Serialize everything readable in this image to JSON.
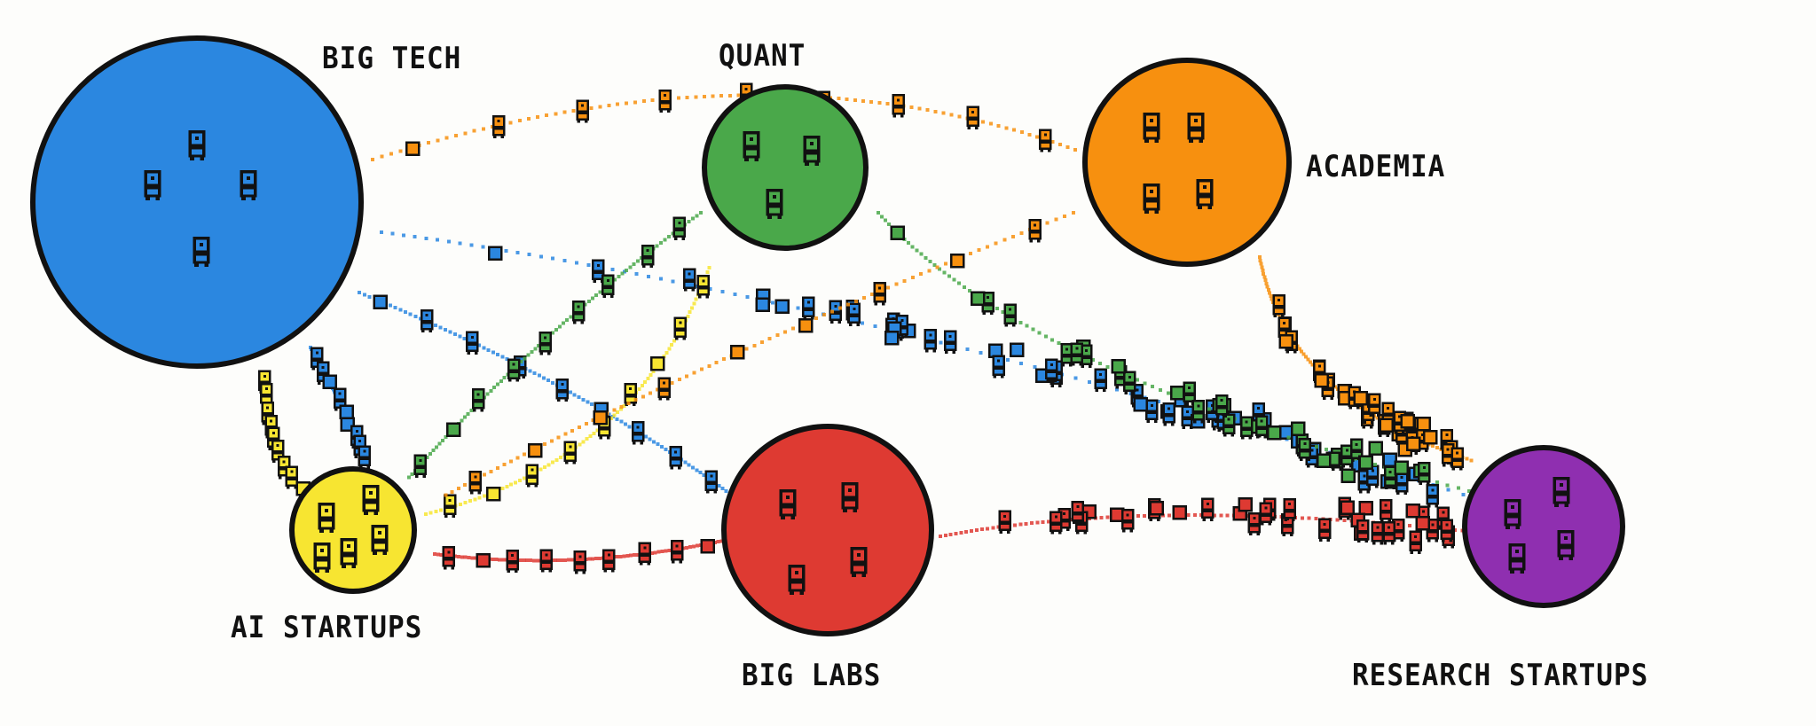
{
  "groups": [
    {
      "id": "big_tech",
      "label": "BIG TECH",
      "color": "#2b87e0",
      "members": 4
    },
    {
      "id": "quant",
      "label": "QUANT",
      "color": "#4aa84a",
      "members": 3
    },
    {
      "id": "academia",
      "label": "ACADEMIA",
      "color": "#f7900f",
      "members": 4
    },
    {
      "id": "ai_startups",
      "label": "AI STARTUPS",
      "color": "#f7e531",
      "members": 5
    },
    {
      "id": "big_labs",
      "label": "BIG LABS",
      "color": "#de3a32",
      "members": 4
    },
    {
      "id": "research_startups",
      "label": "RESEARCH STARTUPS",
      "color": "#8f2fb0",
      "members": 4
    }
  ],
  "flows": [
    {
      "from": "big_tech",
      "to": "academia",
      "color": "#f7900f"
    },
    {
      "from": "big_tech",
      "to": "research_startups",
      "color": "#2b87e0"
    },
    {
      "from": "big_tech",
      "to": "big_labs",
      "color": "#2b87e0"
    },
    {
      "from": "big_tech",
      "to": "ai_startups",
      "color": "#2b87e0"
    },
    {
      "from": "ai_startups",
      "to": "big_tech",
      "color": "#f7e531"
    },
    {
      "from": "ai_startups",
      "to": "quant",
      "color": "#f7e531"
    },
    {
      "from": "quant",
      "to": "ai_startups",
      "color": "#4aa84a"
    },
    {
      "from": "quant",
      "to": "research_startups",
      "color": "#4aa84a"
    },
    {
      "from": "academia",
      "to": "ai_startups",
      "color": "#f7900f"
    },
    {
      "from": "academia",
      "to": "research_startups",
      "color": "#f7900f"
    },
    {
      "from": "ai_startups",
      "to": "big_labs",
      "color": "#de3a32"
    },
    {
      "from": "big_labs",
      "to": "research_startups",
      "color": "#de3a32"
    }
  ]
}
